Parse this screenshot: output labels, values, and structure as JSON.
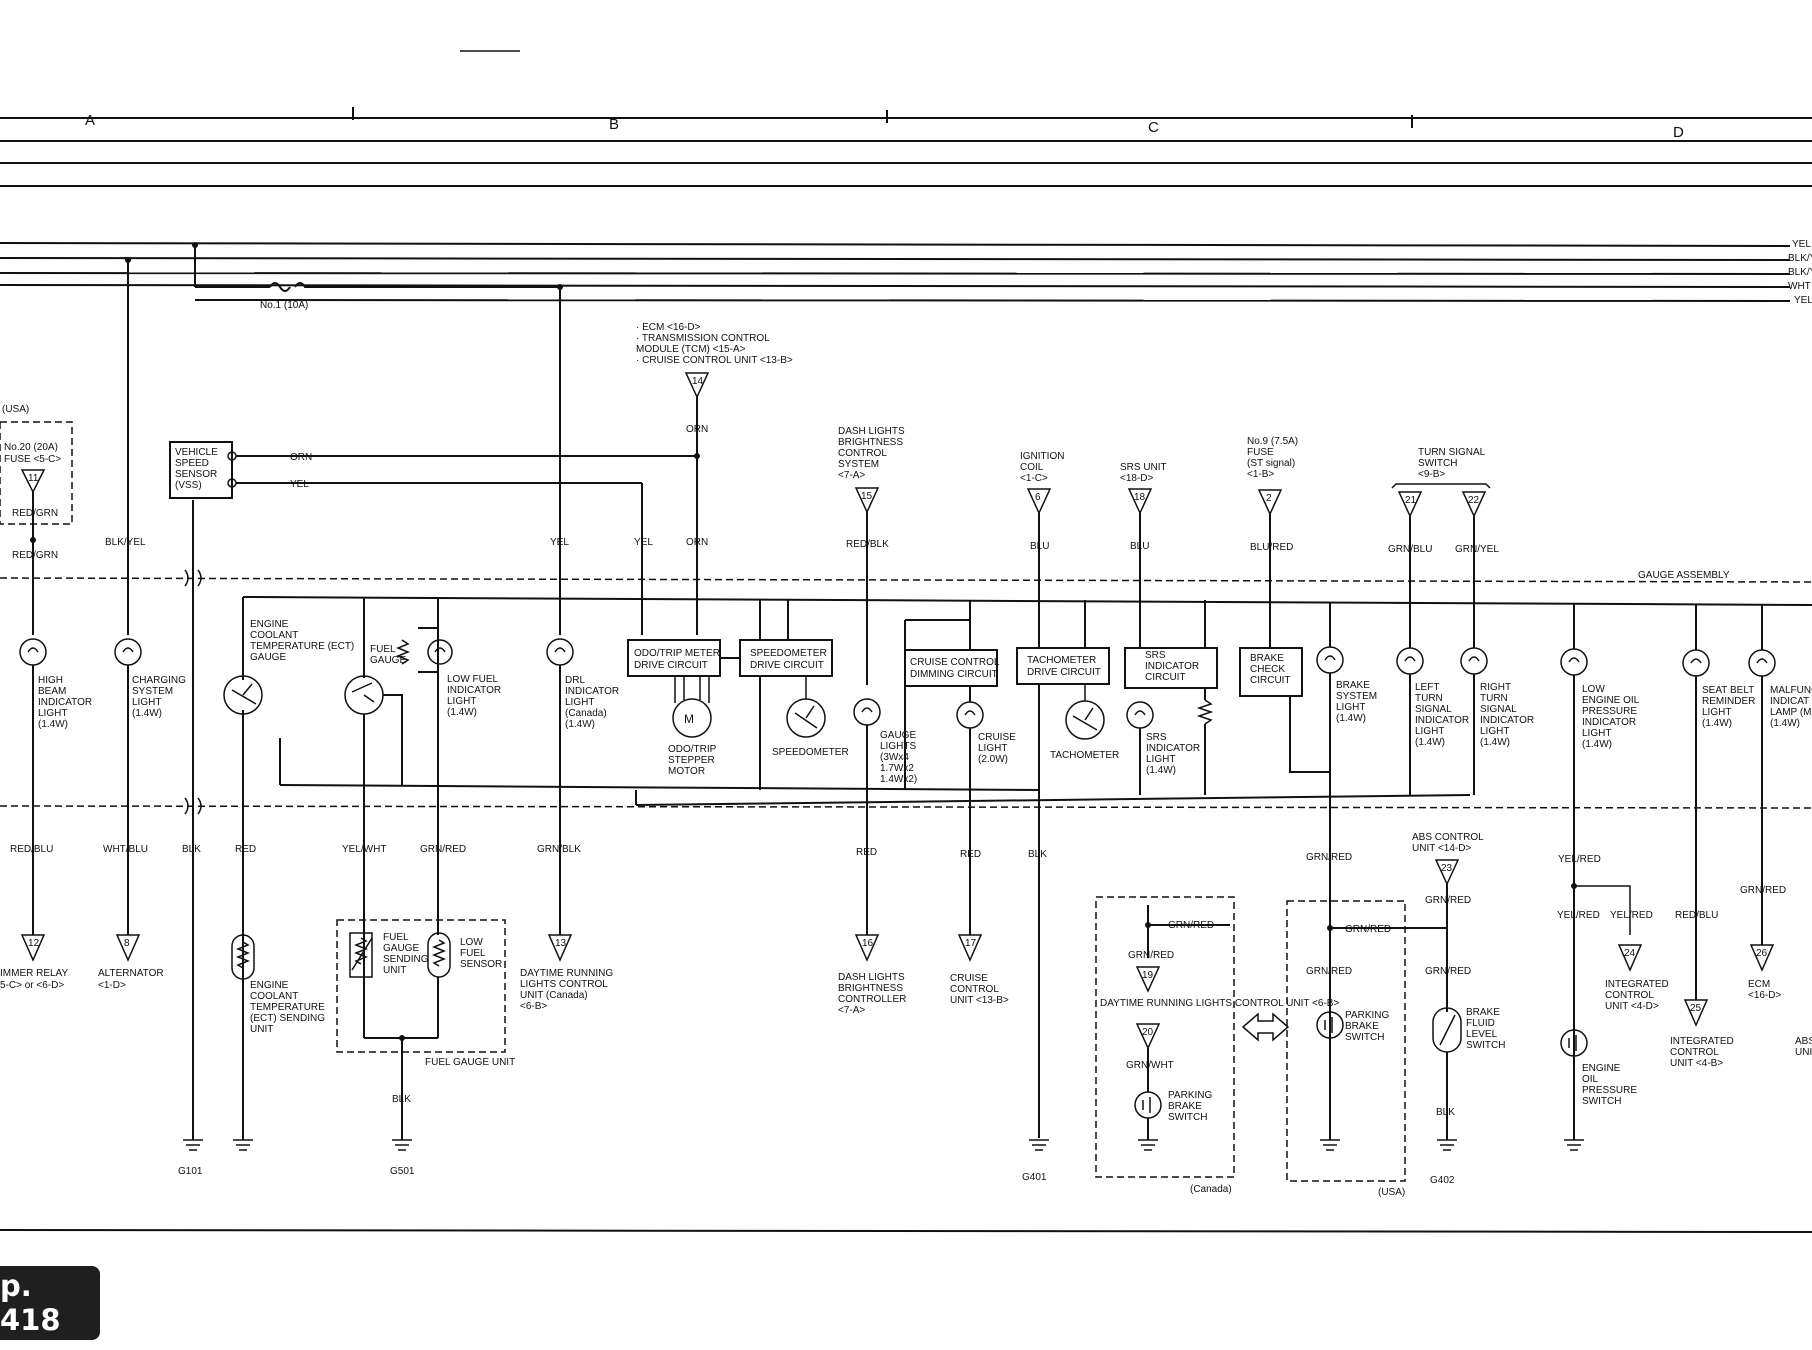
{
  "columns": [
    "A",
    "B",
    "C",
    "D"
  ],
  "top_wires": [
    "YEL",
    "BLK/YEL",
    "BLK/YEL",
    "WHT",
    "YEL"
  ],
  "fuses": {
    "no1": "No.1 (10A)",
    "usa": "(USA)",
    "no20_a": "No.20 (20A)",
    "no20_b": "FUSE <5-C>",
    "no9_a": "No.9 (7.5A)",
    "no9_b": "FUSE",
    "no9_c": "(ST signal)",
    "no9_d": "<1-B>"
  },
  "connectors": [
    "11",
    "12",
    "8",
    "13",
    "14",
    "15",
    "16",
    "17",
    "18",
    "2",
    "21",
    "22",
    "23",
    "19",
    "20",
    "24",
    "25",
    "26",
    "6"
  ],
  "vss": [
    "VEHICLE",
    "SPEED",
    "SENSOR",
    "(VSS)"
  ],
  "refs": {
    "ecm": [
      "· ECM <16-D>",
      "· TRANSMISSION CONTROL",
      "  MODULE (TCM) <15-A>",
      "· CRUISE CONTROL UNIT <13-B>"
    ],
    "dash": [
      "DASH LIGHTS",
      "BRIGHTNESS",
      "CONTROL",
      "SYSTEM",
      "<7-A>"
    ],
    "ign": [
      "IGNITION",
      "COIL",
      "<1-C>"
    ],
    "srs": [
      "SRS UNIT",
      "<18-D>"
    ],
    "turn": [
      "TURN SIGNAL",
      "SWITCH",
      "<9-B>"
    ],
    "abs": [
      "ABS CONTROL",
      "UNIT <14-D>"
    ]
  },
  "wire_colors": {
    "red_grn": "RED/GRN",
    "blk_yel": "BLK/YEL",
    "orn": "ORN",
    "yel": "YEL",
    "red_blk": "RED/BLK",
    "blu": "BLU",
    "blu_red": "BLU/RED",
    "grn_blu": "GRN/BLU",
    "grn_yel": "GRN/YEL",
    "red_blu": "RED/BLU",
    "wht_blu": "WHT/BLU",
    "blk": "BLK",
    "red": "RED",
    "yel_wht": "YEL/WHT",
    "grn_red": "GRN/RED",
    "grn_blk": "GRN/BLK",
    "grn_wht": "GRN/WHT",
    "yel_red": "YEL/RED"
  },
  "gauge_assembly": "GAUGE ASSEMBLY",
  "components": {
    "high_beam": [
      "HIGH",
      "BEAM",
      "INDICATOR",
      "LIGHT",
      "(1.4W)"
    ],
    "charging": [
      "CHARGING",
      "SYSTEM",
      "LIGHT",
      "(1.4W)"
    ],
    "ect_gauge": [
      "ENGINE",
      "COOLANT",
      "TEMPERATURE (ECT)",
      "GAUGE"
    ],
    "fuel_gauge": [
      "FUEL",
      "GAUGE"
    ],
    "low_fuel": [
      "LOW FUEL",
      "INDICATOR",
      "LIGHT",
      "(1.4W)"
    ],
    "drl": [
      "DRL",
      "INDICATOR",
      "LIGHT",
      "(Canada)",
      "(1.4W)"
    ],
    "odo": [
      "ODO/TRIP METER",
      "DRIVE CIRCUIT"
    ],
    "odo_motor": [
      "ODO/TRIP",
      "STEPPER",
      "MOTOR"
    ],
    "speedo_drive": [
      "SPEEDOMETER",
      "DRIVE CIRCUIT"
    ],
    "speedometer": "SPEEDOMETER",
    "gauge_lights": [
      "GAUGE",
      "LIGHTS",
      "(3Wx4",
      "1.7Wx2",
      "1.4Wx2)"
    ],
    "cruise_dim": [
      "CRUISE CONTROL",
      "DIMMING CIRCUIT"
    ],
    "cruise_light": [
      "CRUISE",
      "LIGHT",
      "(2.0W)"
    ],
    "tach_drive": [
      "TACHOMETER",
      "DRIVE CIRCUIT"
    ],
    "tachometer": "TACHOMETER",
    "srs_ind": [
      "SRS",
      "INDICATOR",
      "CIRCUIT"
    ],
    "srs_light": [
      "SRS",
      "INDICATOR",
      "LIGHT",
      "(1.4W)"
    ],
    "brake_check": [
      "BRAKE",
      "CHECK",
      "CIRCUIT"
    ],
    "brake_sys": [
      "BRAKE",
      "SYSTEM",
      "LIGHT",
      "(1.4W)"
    ],
    "left_turn": [
      "LEFT",
      "TURN",
      "SIGNAL",
      "INDICATOR",
      "LIGHT",
      "(1.4W)"
    ],
    "right_turn": [
      "RIGHT",
      "TURN",
      "SIGNAL",
      "INDICATOR",
      "LIGHT",
      "(1.4W)"
    ],
    "low_oil": [
      "LOW",
      "ENGINE OIL",
      "PRESSURE",
      "INDICATOR",
      "LIGHT",
      "(1.4W)"
    ],
    "seat_belt": [
      "SEAT BELT",
      "REMINDER",
      "LIGHT",
      "(1.4W)"
    ],
    "mil": [
      "MALFUNC",
      "INDICAT",
      "LAMP (MI",
      "(1.4W)"
    ],
    "ect_sender": [
      "ENGINE",
      "COOLANT",
      "TEMPERATURE",
      "(ECT) SENDING",
      "UNIT"
    ],
    "fuel_sender": [
      "FUEL",
      "GAUGE",
      "SENDING",
      "UNIT"
    ],
    "low_fuel_sensor": [
      "LOW",
      "FUEL",
      "SENSOR"
    ],
    "fuel_gauge_unit": "FUEL GAUGE UNIT",
    "drl_unit": [
      "DAYTIME RUNNING LIGHTS CONTROL UNIT <6-B>"
    ],
    "parking_brake": [
      "PARKING",
      "BRAKE",
      "SWITCH"
    ],
    "brake_fluid": [
      "BRAKE",
      "FLUID",
      "LEVEL",
      "SWITCH"
    ],
    "oil_switch": [
      "ENGINE",
      "OIL",
      "PRESSURE",
      "SWITCH"
    ],
    "canada": "(Canada)",
    "usa_tag": "(USA)"
  },
  "destinations": {
    "dimmer": [
      "IMMER RELAY",
      "5-C> or <6-D>"
    ],
    "alternator": [
      "ALTERNATOR",
      "<1-D>"
    ],
    "drl_unit": [
      "DAYTIME RUNNING",
      "LIGHTS CONTROL",
      "UNIT (Canada)",
      "<6-B>"
    ],
    "dash_ctrl": [
      "DASH LIGHTS",
      "BRIGHTNESS",
      "CONTROLLER",
      "<7-A>"
    ],
    "cruise_unit": [
      "CRUISE",
      "CONTROL",
      "UNIT <13-B>"
    ],
    "icu_a": [
      "INTEGRATED",
      "CONTROL",
      "UNIT <4-D>"
    ],
    "icu_b": [
      "INTEGRATED",
      "CONTROL",
      "UNIT <4-B>"
    ],
    "ecm": [
      "ECM",
      "<16-D>"
    ],
    "abs": [
      "ABS",
      "UNI"
    ]
  },
  "grounds": [
    "G101",
    "G501",
    "G401",
    "G402"
  ],
  "page_badge": "p. 418"
}
